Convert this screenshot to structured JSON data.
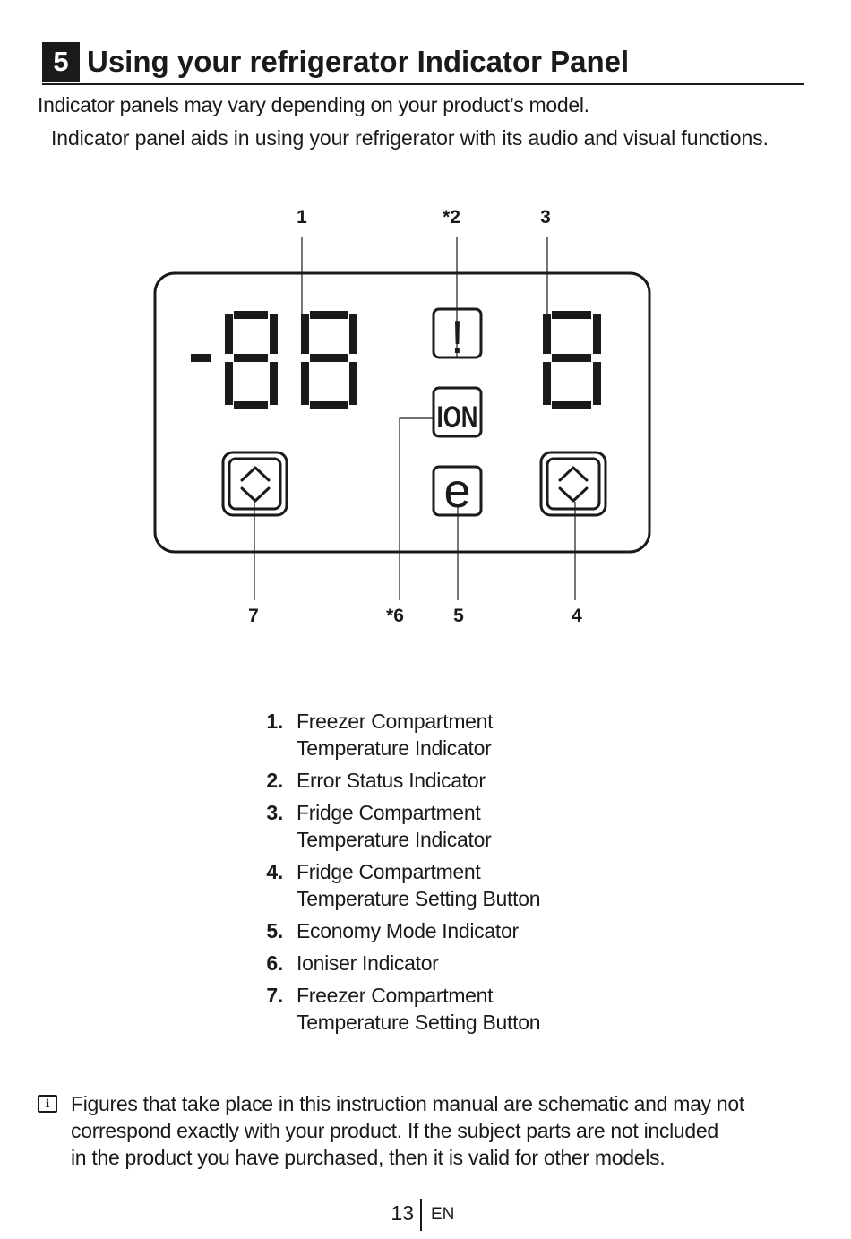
{
  "section": {
    "number": "5",
    "title": "Using your refrigerator Indicator Panel"
  },
  "intro": {
    "line1": "Indicator panels may vary depending on your product’s model.",
    "line2": "Indicator panel aids in using your refrigerator with its audio and visual functions."
  },
  "diagram": {
    "callouts_top": [
      "1",
      "*2",
      "3"
    ],
    "callouts_bottom": [
      "7",
      "*6",
      "5",
      "4"
    ],
    "freezer_display": "-88",
    "fridge_display": "8",
    "error_symbol": "!",
    "ion_label": "ION",
    "eco_symbol": "e",
    "icons": [
      "error-icon",
      "ioniser-icon",
      "economy-icon",
      "up-down-arrows-icon"
    ]
  },
  "legend": [
    {
      "num": "1.",
      "lines": [
        "Freezer Compartment",
        "Temperature Indicator"
      ]
    },
    {
      "num": "2.",
      "lines": [
        "Error Status Indicator"
      ]
    },
    {
      "num": "3.",
      "lines": [
        "Fridge Compartment",
        "Temperature Indicator"
      ]
    },
    {
      "num": "4.",
      "lines": [
        "Fridge Compartment",
        "Temperature Setting Button"
      ]
    },
    {
      "num": "5.",
      "lines": [
        "Economy Mode Indicator"
      ]
    },
    {
      "num": "6.",
      "lines": [
        "Ioniser Indicator"
      ]
    },
    {
      "num": "7.",
      "lines": [
        "Freezer Compartment",
        "Temperature Setting Button"
      ]
    }
  ],
  "note": {
    "icon": "info-icon",
    "lines": [
      "Figures that take place in this instruction manual are schematic and may not",
      "correspond exactly with your product. If the subject parts are not included",
      "in the product you have purchased, then it is valid for other models."
    ]
  },
  "footer": {
    "page_number": "13",
    "language": "EN"
  }
}
